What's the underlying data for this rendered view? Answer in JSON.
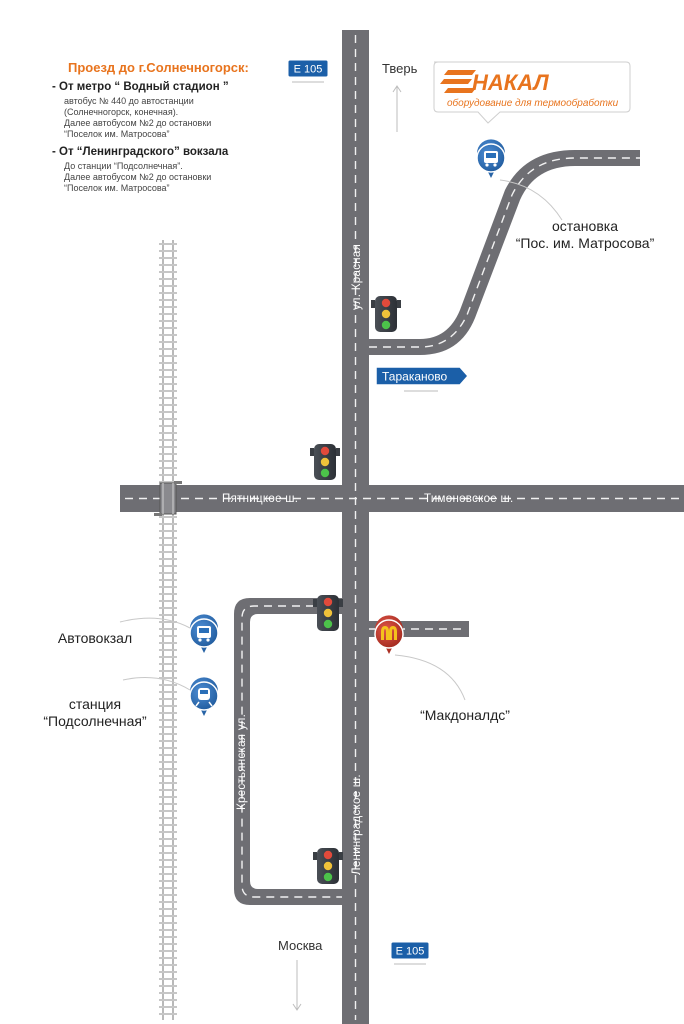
{
  "info": {
    "title": "Проезд до г.Солнечногорск:",
    "route1": {
      "heading": "- От метро “ Водный стадион ”",
      "lines": [
        "автобус № 440 до автостанции",
        "(Солнечногорск, конечная).",
        "Далее автобусом №2 до остановки",
        "“Поселок им. Матросова”"
      ]
    },
    "route2": {
      "heading": "- От “Ленинградского” вокзала",
      "lines": [
        "До станции “Подсолнечная”.",
        "Далее автобусом №2 до остановки",
        "“Поселок им. Матросова”"
      ]
    }
  },
  "logo": {
    "name": "НАКАЛ",
    "tagline": "оборудование для термообработки",
    "color": "#e8741e"
  },
  "roads": {
    "krasnaya": "ул. Красная",
    "pyatnitskoe": "Пятницкое ш.",
    "timonovskoe": "Тимоновское ш.",
    "leningradskoe": "Ленинградское ш.",
    "krestyanskaya": "Крестьянская ул."
  },
  "signs": {
    "e105_top": "E 105",
    "e105_bottom": "E 105",
    "tarakanovo": "Тараканово"
  },
  "directions": {
    "tver": "Тверь",
    "moskva": "Москва"
  },
  "places": {
    "stop_matrosova": [
      "остановка",
      "“Пос. им. Матросова”"
    ],
    "avtovokzal": "Автовокзал",
    "station": [
      "станция",
      "“Подсолнечная”"
    ],
    "mcdonalds": "“Макдоналдс”"
  },
  "colors": {
    "road": "#6e6e73",
    "road_line": "#ffffff",
    "sign_blue": "#1b5fa8",
    "pin_blue": "#2a6fb8",
    "pin_red": "#c0392b",
    "accent": "#e8741e"
  }
}
